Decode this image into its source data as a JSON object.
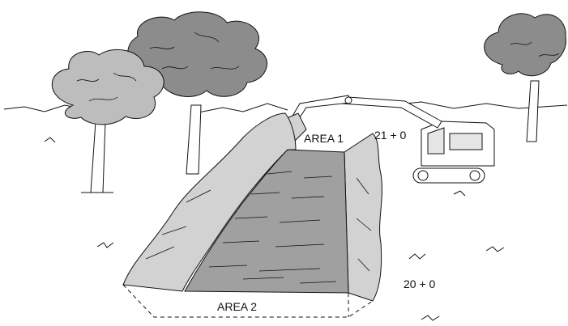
{
  "labels": {
    "area1": "AREA 1",
    "area2": "AREA 2",
    "station_top": "21 + 0",
    "station_bottom": "20 + 0"
  },
  "colors": {
    "tree_dark": "#8c8c8c",
    "tree_light": "#bdbdbd",
    "trench_floor": "#a0a0a0",
    "trench_wall": "#d2d2d2",
    "excavator": "#ffffff",
    "outline": "#111111"
  }
}
